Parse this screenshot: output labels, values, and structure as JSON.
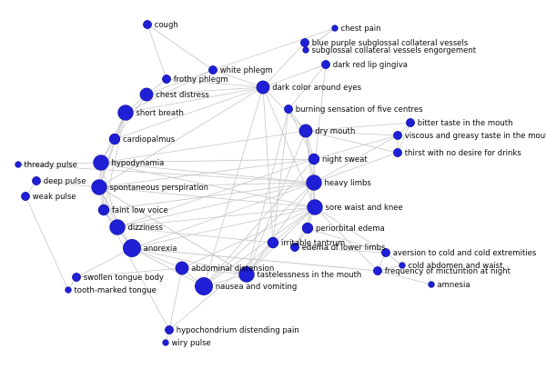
{
  "graph": {
    "nodes": [
      {
        "id": "cough",
        "label": "cough",
        "weight": 2
      },
      {
        "id": "chest_pain",
        "label": "chest pain",
        "weight": 1
      },
      {
        "id": "blue_purple",
        "label": "blue purple subglossal collateral vessels",
        "weight": 2
      },
      {
        "id": "subglossal",
        "label": "subglossal collateral vessels engorgement",
        "weight": 1
      },
      {
        "id": "white_phlegm",
        "label": "white phlegm",
        "weight": 2
      },
      {
        "id": "dark_red_lip",
        "label": "dark red lip gingiva",
        "weight": 2
      },
      {
        "id": "frothy_phlegm",
        "label": "frothy phlegm",
        "weight": 2
      },
      {
        "id": "dark_color_eyes",
        "label": "dark color around eyes",
        "weight": 4
      },
      {
        "id": "chest_distress",
        "label": "chest distress",
        "weight": 4
      },
      {
        "id": "burning",
        "label": "burning sensation of five centres",
        "weight": 2
      },
      {
        "id": "short_breath",
        "label": "short breath",
        "weight": 5
      },
      {
        "id": "bitter_taste",
        "label": "bitter taste in the mouth",
        "weight": 2
      },
      {
        "id": "viscous_taste",
        "label": "viscous and greasy taste in the mouth",
        "weight": 2
      },
      {
        "id": "dry_mouth",
        "label": "dry mouth",
        "weight": 4
      },
      {
        "id": "cardiopalmus",
        "label": "cardiopalmus",
        "weight": 3
      },
      {
        "id": "thirst",
        "label": "thirst with no desire for drinks",
        "weight": 2
      },
      {
        "id": "thready_pulse",
        "label": "thready pulse",
        "weight": 1
      },
      {
        "id": "hypodynamia",
        "label": "hypodynamia",
        "weight": 5
      },
      {
        "id": "night_sweat",
        "label": "night sweat",
        "weight": 3
      },
      {
        "id": "deep_pulse",
        "label": "deep pulse",
        "weight": 2
      },
      {
        "id": "heavy_limbs",
        "label": "heavy limbs",
        "weight": 5
      },
      {
        "id": "spontaneous",
        "label": "spontaneous perspiration",
        "weight": 5
      },
      {
        "id": "weak_pulse",
        "label": "weak pulse",
        "weight": 2
      },
      {
        "id": "faint_voice",
        "label": "faint low voice",
        "weight": 3
      },
      {
        "id": "sore_waist",
        "label": "sore waist and knee",
        "weight": 5
      },
      {
        "id": "dizziness",
        "label": "dizziness",
        "weight": 5
      },
      {
        "id": "periorbital",
        "label": "periorbital edema",
        "weight": 3
      },
      {
        "id": "anorexia",
        "label": "anorexia",
        "weight": 6
      },
      {
        "id": "edema_lower",
        "label": "edema of lower limbs",
        "weight": 2
      },
      {
        "id": "aversion_cold",
        "label": "aversion to cold and cold extremities",
        "weight": 2
      },
      {
        "id": "irritable",
        "label": "irritable tantrum",
        "weight": 3
      },
      {
        "id": "cold_abdomen",
        "label": "cold abdomen and waist",
        "weight": 1
      },
      {
        "id": "abdominal",
        "label": "abdominal distension",
        "weight": 4
      },
      {
        "id": "tastelessness",
        "label": "tastelessness in the mouth",
        "weight": 5
      },
      {
        "id": "frequency",
        "label": "frequency of micturition at night",
        "weight": 2
      },
      {
        "id": "swollen_tongue",
        "label": "swollen tongue body",
        "weight": 2
      },
      {
        "id": "nausea",
        "label": "nausea and vomiting",
        "weight": 6
      },
      {
        "id": "amnesia",
        "label": "amnesia",
        "weight": 1
      },
      {
        "id": "tooth_marked",
        "label": "tooth-marked tongue",
        "weight": 1
      },
      {
        "id": "hypochondrium",
        "label": "hypochondrium distending pain",
        "weight": 2
      },
      {
        "id": "wiry_pulse",
        "label": "wiry pulse",
        "weight": 1
      }
    ],
    "edges": [
      [
        "cough",
        "frothy_phlegm"
      ],
      [
        "cough",
        "white_phlegm"
      ],
      [
        "white_phlegm",
        "chest_pain"
      ],
      [
        "white_phlegm",
        "dark_color_eyes"
      ],
      [
        "white_phlegm",
        "chest_distress"
      ],
      [
        "white_phlegm",
        "short_breath"
      ],
      [
        "blue_purple",
        "dark_color_eyes"
      ],
      [
        "blue_purple",
        "subglossal"
      ],
      [
        "subglossal",
        "chest_pain"
      ],
      [
        "dark_red_lip",
        "dark_color_eyes"
      ],
      [
        "dark_red_lip",
        "burning"
      ],
      [
        "dark_red_lip",
        "periorbital"
      ],
      [
        "frothy_phlegm",
        "chest_distress"
      ],
      [
        "frothy_phlegm",
        "dark_color_eyes"
      ],
      [
        "chest_distress",
        "short_breath"
      ],
      [
        "chest_distress",
        "cardiopalmus"
      ],
      [
        "chest_distress",
        "dark_color_eyes"
      ],
      [
        "short_breath",
        "hypodynamia"
      ],
      [
        "short_breath",
        "cardiopalmus"
      ],
      [
        "short_breath",
        "spontaneous"
      ],
      [
        "short_breath",
        "faint_voice"
      ],
      [
        "short_breath",
        "dark_color_eyes"
      ],
      [
        "cardiopalmus",
        "hypodynamia"
      ],
      [
        "cardiopalmus",
        "dark_color_eyes"
      ],
      [
        "cardiopalmus",
        "spontaneous"
      ],
      [
        "hypodynamia",
        "spontaneous"
      ],
      [
        "hypodynamia",
        "faint_voice"
      ],
      [
        "hypodynamia",
        "thready_pulse"
      ],
      [
        "hypodynamia",
        "heavy_limbs"
      ],
      [
        "hypodynamia",
        "dry_mouth"
      ],
      [
        "hypodynamia",
        "sore_waist"
      ],
      [
        "hypodynamia",
        "night_sweat"
      ],
      [
        "hypodynamia",
        "dizziness"
      ],
      [
        "spontaneous",
        "faint_voice"
      ],
      [
        "spontaneous",
        "heavy_limbs"
      ],
      [
        "spontaneous",
        "sore_waist"
      ],
      [
        "spontaneous",
        "dizziness"
      ],
      [
        "spontaneous",
        "tastelessness"
      ],
      [
        "spontaneous",
        "anorexia"
      ],
      [
        "faint_voice",
        "dizziness"
      ],
      [
        "faint_voice",
        "anorexia"
      ],
      [
        "faint_voice",
        "heavy_limbs"
      ],
      [
        "dizziness",
        "anorexia"
      ],
      [
        "dizziness",
        "sore_waist"
      ],
      [
        "dizziness",
        "heavy_limbs"
      ],
      [
        "dizziness",
        "irritable"
      ],
      [
        "dizziness",
        "night_sweat"
      ],
      [
        "anorexia",
        "abdominal"
      ],
      [
        "anorexia",
        "nausea"
      ],
      [
        "anorexia",
        "tastelessness"
      ],
      [
        "anorexia",
        "heavy_limbs"
      ],
      [
        "anorexia",
        "sore_waist"
      ],
      [
        "anorexia",
        "frequency"
      ],
      [
        "abdominal",
        "tastelessness"
      ],
      [
        "abdominal",
        "nausea"
      ],
      [
        "abdominal",
        "sore_waist"
      ],
      [
        "abdominal",
        "hypochondrium"
      ],
      [
        "nausea",
        "tastelessness"
      ],
      [
        "nausea",
        "heavy_limbs"
      ],
      [
        "nausea",
        "sore_waist"
      ],
      [
        "tastelessness",
        "heavy_limbs"
      ],
      [
        "tastelessness",
        "sore_waist"
      ],
      [
        "tastelessness",
        "dry_mouth"
      ],
      [
        "tastelessness",
        "burning"
      ],
      [
        "tastelessness",
        "irritable"
      ],
      [
        "tastelessness",
        "spontaneous"
      ],
      [
        "irritable",
        "dark_color_eyes"
      ],
      [
        "irritable",
        "sore_waist"
      ],
      [
        "irritable",
        "hypochondrium"
      ],
      [
        "heavy_limbs",
        "sore_waist"
      ],
      [
        "heavy_limbs",
        "night_sweat"
      ],
      [
        "heavy_limbs",
        "dry_mouth"
      ],
      [
        "heavy_limbs",
        "thirst"
      ],
      [
        "heavy_limbs",
        "viscous_taste"
      ],
      [
        "sore_waist",
        "periorbital"
      ],
      [
        "sore_waist",
        "edema_lower"
      ],
      [
        "sore_waist",
        "dry_mouth"
      ],
      [
        "sore_waist",
        "night_sweat"
      ],
      [
        "sore_waist",
        "aversion_cold"
      ],
      [
        "sore_waist",
        "frequency"
      ],
      [
        "dry_mouth",
        "burning"
      ],
      [
        "dry_mouth",
        "bitter_taste"
      ],
      [
        "dry_mouth",
        "viscous_taste"
      ],
      [
        "dry_mouth",
        "thirst"
      ],
      [
        "dry_mouth",
        "night_sweat"
      ],
      [
        "dry_mouth",
        "dark_color_eyes"
      ],
      [
        "burning",
        "night_sweat"
      ],
      [
        "burning",
        "irritable"
      ],
      [
        "dark_color_eyes",
        "nausea"
      ],
      [
        "dark_color_eyes",
        "sore_waist"
      ],
      [
        "dark_color_eyes",
        "spontaneous"
      ],
      [
        "bitter_taste",
        "thirst"
      ],
      [
        "bitter_taste",
        "viscous_taste"
      ],
      [
        "viscous_taste",
        "thirst"
      ],
      [
        "viscous_taste",
        "night_sweat"
      ],
      [
        "periorbital",
        "edema_lower"
      ],
      [
        "periorbital",
        "aversion_cold"
      ],
      [
        "edema_lower",
        "aversion_cold"
      ],
      [
        "aversion_cold",
        "cold_abdomen"
      ],
      [
        "aversion_cold",
        "frequency"
      ],
      [
        "cold_abdomen",
        "frequency"
      ],
      [
        "frequency",
        "amnesia"
      ],
      [
        "frequency",
        "anorexia"
      ],
      [
        "deep_pulse",
        "weak_pulse"
      ],
      [
        "deep_pulse",
        "spontaneous"
      ],
      [
        "weak_pulse",
        "tooth_marked"
      ],
      [
        "thready_pulse",
        "heavy_limbs"
      ],
      [
        "swollen_tongue",
        "tooth_marked"
      ],
      [
        "swollen_tongue",
        "anorexia"
      ],
      [
        "swollen_tongue",
        "abdominal"
      ],
      [
        "hypochondrium",
        "wiry_pulse"
      ],
      [
        "hypochondrium",
        "faint_voice"
      ],
      [
        "nausea",
        "night_sweat"
      ],
      [
        "spontaneous",
        "night_sweat"
      ]
    ]
  }
}
